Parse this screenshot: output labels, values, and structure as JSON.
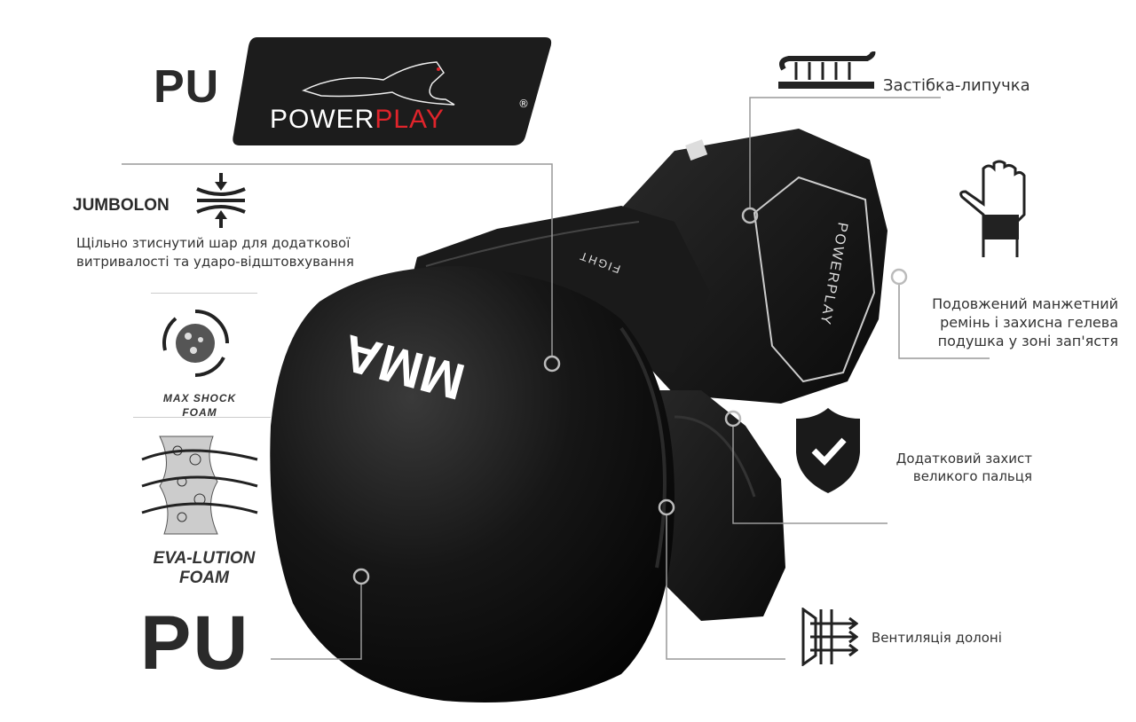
{
  "material_top": "PU",
  "material_bottom": "PU",
  "logo": {
    "text_white": "POWER",
    "text_red": "PLAY",
    "mark": "®",
    "accent": "#e0242b"
  },
  "jumbolon": {
    "title": "JUMBOLON",
    "description_line1": "Щільно зтиснутий шар для додаткової",
    "description_line2": "витривалості та ударо-відштовхування",
    "icon": "compress-arrows-icon"
  },
  "max_shock": {
    "line1": "MAX SHOCK",
    "line2": "FOAM",
    "icon": "shock-foam-icon"
  },
  "eva": {
    "line1": "EVA-LUTION",
    "line2": "FOAM",
    "icon": "eva-foam-icon"
  },
  "features": {
    "velcro": {
      "label": "Застібка-липучка",
      "icon": "velcro-icon"
    },
    "wrist": {
      "line1": "Подовжений манжетний",
      "line2": "ремінь і захисна гелева",
      "line3": "подушка у зоні зап'ястя",
      "icon": "hand-wrap-icon"
    },
    "thumb": {
      "line1": "Додатковий захист",
      "line2": "великого пальця",
      "icon": "shield-check-icon"
    },
    "ventilation": {
      "label": "Вентиляція долоні",
      "icon": "ventilation-icon"
    }
  },
  "glove": {
    "print_main": "MMA",
    "print_side": "FIGHT",
    "print_cuff": "POWERPLAY"
  }
}
